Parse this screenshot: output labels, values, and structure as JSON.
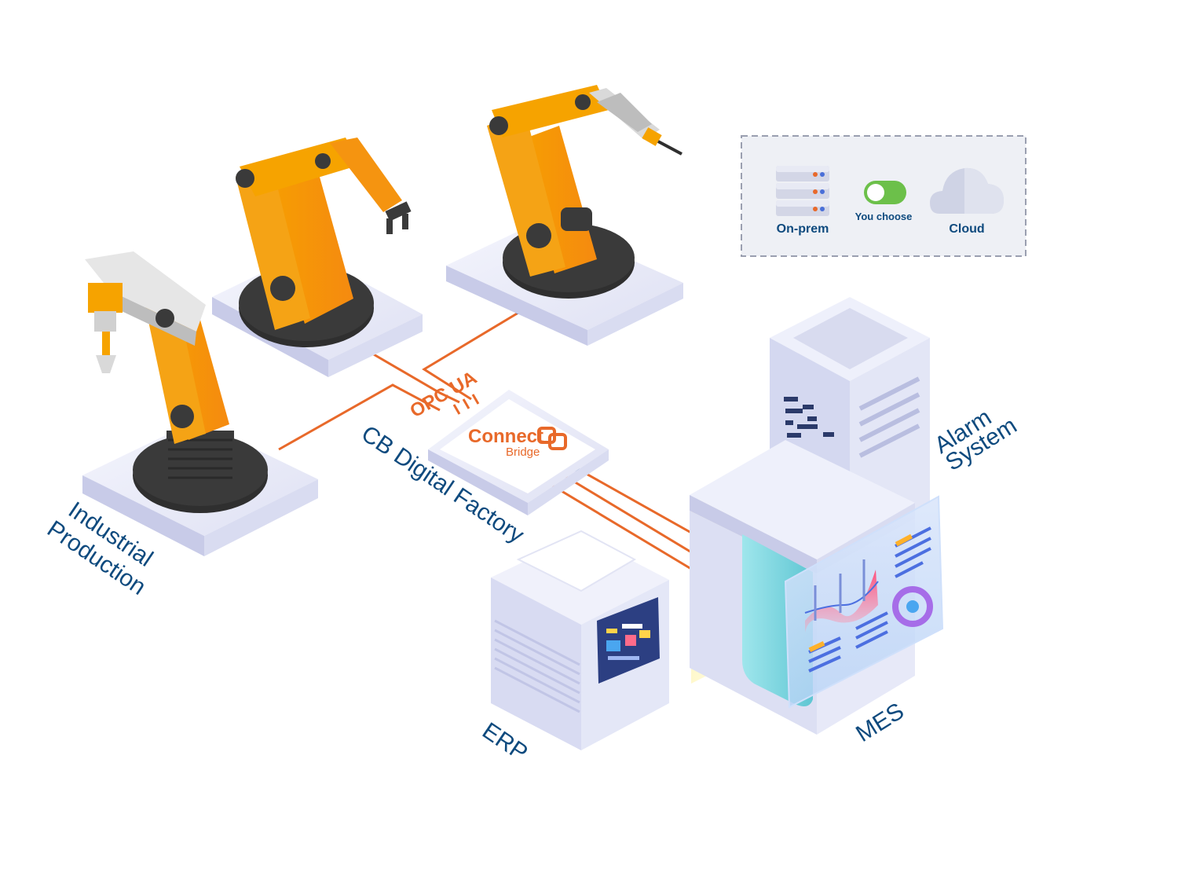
{
  "labels": {
    "industrial_line1": "Industrial",
    "industrial_line2": "Production",
    "cb_digital_factory": "CB Digital Factory",
    "opc_ua": "OPC UA",
    "alarm_line1": "Alarm",
    "alarm_line2": "System",
    "erp": "ERP",
    "mes": "MES"
  },
  "logo": {
    "word1": "Connect",
    "word2": "Bridge"
  },
  "deployment": {
    "on_prem": "On-prem",
    "you_choose": "You choose",
    "cloud": "Cloud"
  },
  "colors": {
    "accent": "#e8692a",
    "label": "#0e4a7e",
    "robot": "#f79a12",
    "toggle": "#6cc04a"
  }
}
